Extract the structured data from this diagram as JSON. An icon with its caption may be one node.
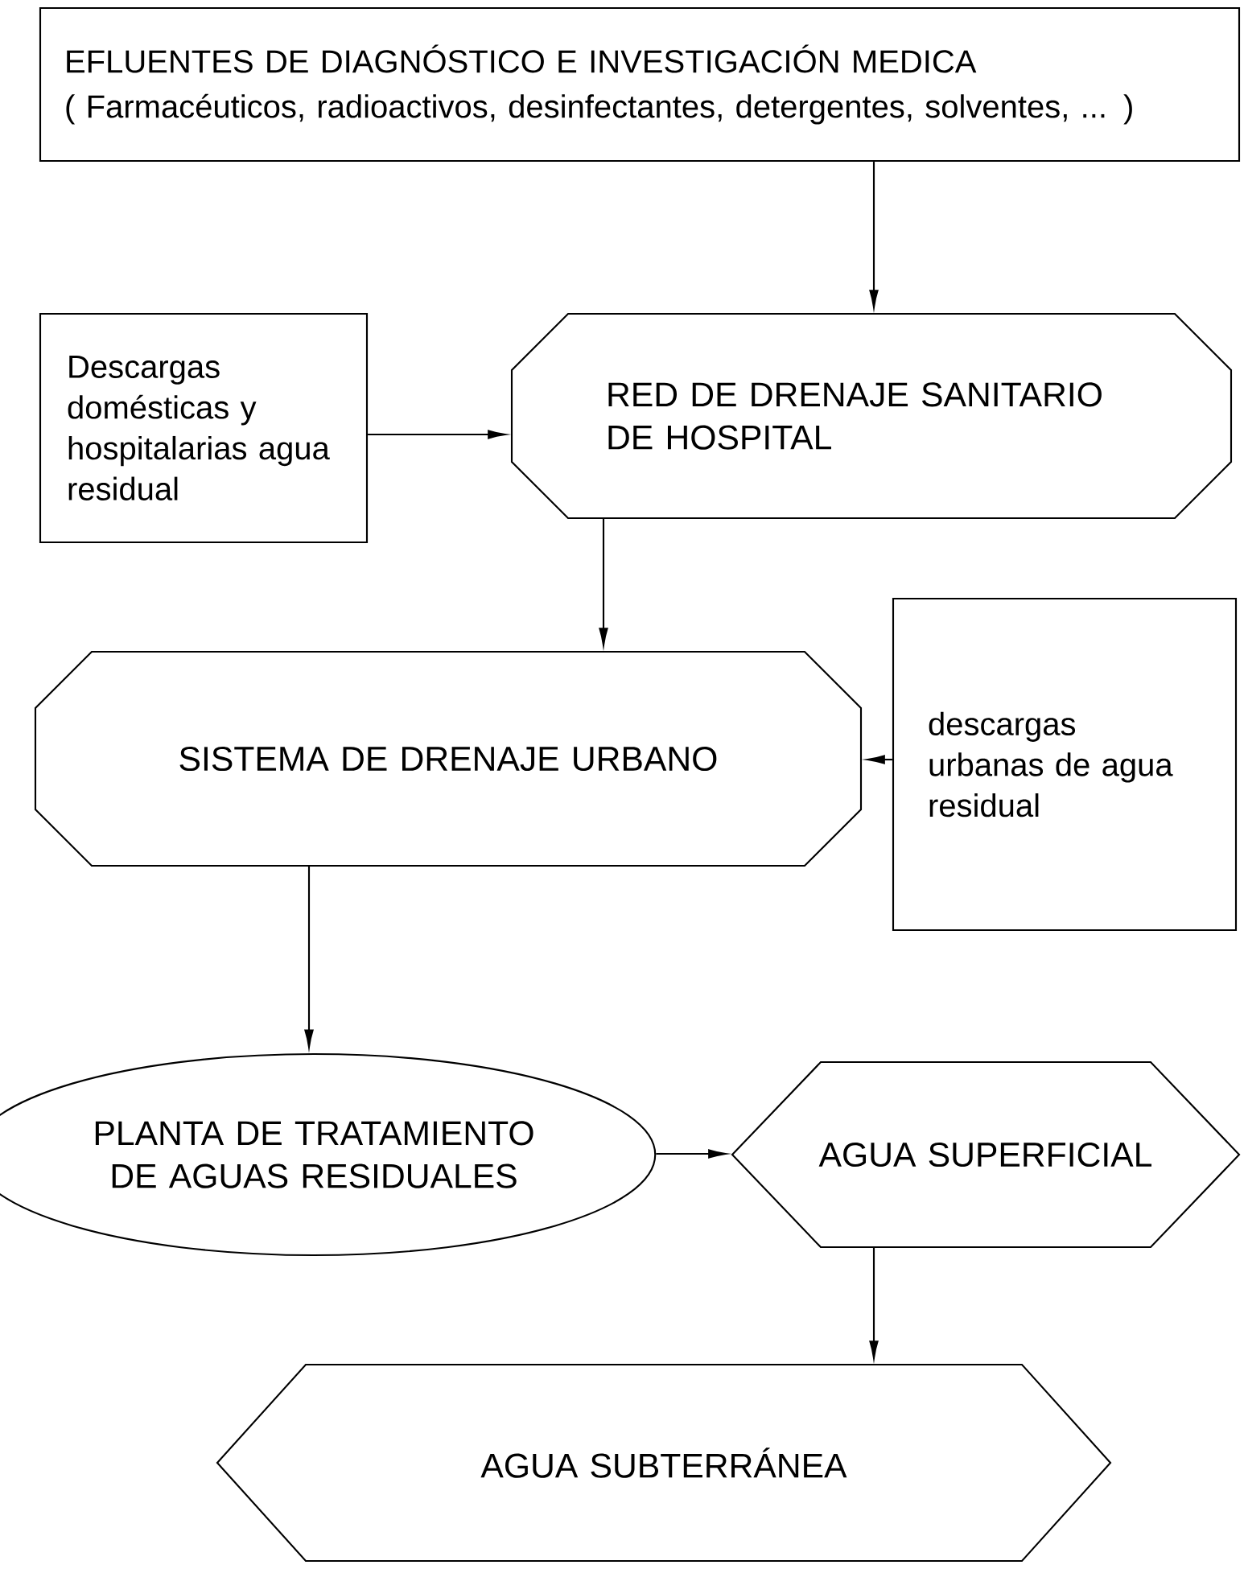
{
  "diagram": {
    "nodes": [
      {
        "text": [
          "EFLUENTES DE DIAGNÓSTICO E INVESTIGACIÓN MEDICA",
          "( Farmacéuticos, radioactivos, desinfectantes, detergentes, solventes, ... )"
        ]
      },
      {
        "text": [
          "Descargas domésticas y hospitalarias agua residual"
        ]
      },
      {
        "text": [
          "RED DE DRENAJE SANITARIO DE HOSPITAL"
        ]
      },
      {
        "text": [
          "SISTEMA DE DRENAJE URBANO"
        ]
      },
      {
        "text": [
          "descargas urbanas de agua residual"
        ]
      },
      {
        "text": [
          "PLANTA DE TRATAMIENTO DE AGUAS RESIDUALES"
        ]
      },
      {
        "text": [
          "AGUA SUPERFICIAL"
        ]
      },
      {
        "text": [
          "AGUA SUBTERRÁNEA"
        ]
      }
    ],
    "edges": [
      {
        "from": 0,
        "to": 2,
        "arrow": "to"
      },
      {
        "from": 1,
        "to": 2,
        "arrow": "to"
      },
      {
        "from": 2,
        "to": 3,
        "arrow": "to"
      },
      {
        "from": 4,
        "to": 3,
        "arrow": "to"
      },
      {
        "from": 3,
        "to": 5,
        "arrow": "to"
      },
      {
        "from": 5,
        "to": 6,
        "arrow": "to"
      },
      {
        "from": 6,
        "to": 7,
        "arrow": "to"
      }
    ]
  }
}
